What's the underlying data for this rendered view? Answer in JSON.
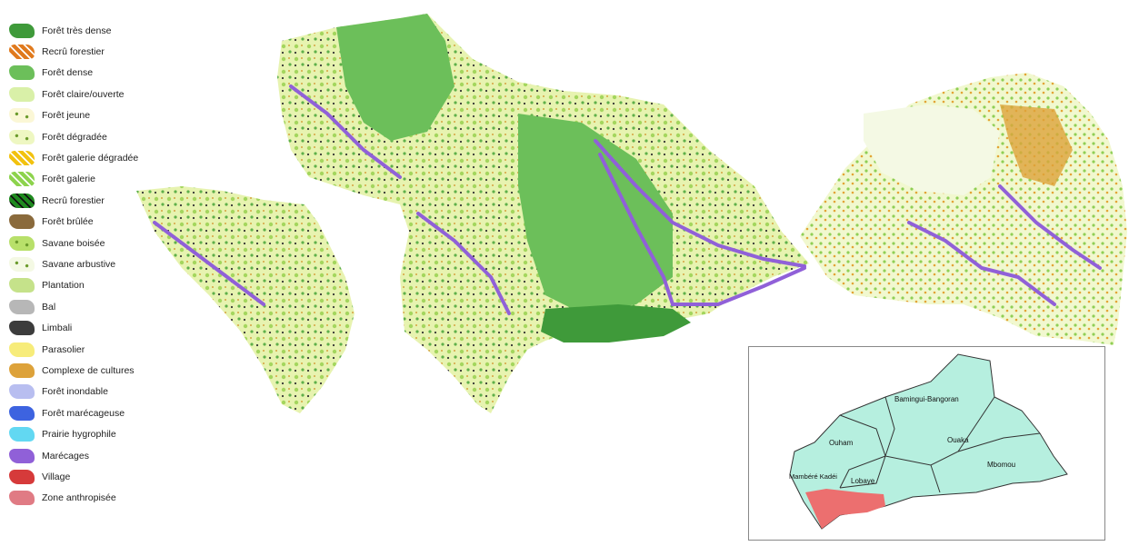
{
  "legend": [
    {
      "label": "Forêt très dense",
      "color": "#3f9a3a",
      "pattern": "solid",
      "icon": "forest-very-dense-icon"
    },
    {
      "label": "Recrû forestier",
      "color": "#e07a1e",
      "pattern": "hatch",
      "icon": "forest-regrowth-icon"
    },
    {
      "label": "Forêt dense",
      "color": "#6cbf5a",
      "pattern": "solid",
      "icon": "forest-dense-icon"
    },
    {
      "label": "Forêt claire/ouverte",
      "color": "#d9f0a8",
      "pattern": "solid",
      "icon": "forest-open-icon"
    },
    {
      "label": "Forêt jeune",
      "color": "#fbf7d6",
      "pattern": "dots",
      "icon": "forest-young-icon"
    },
    {
      "label": "Forêt dégradée",
      "color": "#eef7c2",
      "pattern": "dots",
      "icon": "forest-degraded-icon"
    },
    {
      "label": "Forêt galerie dégradée",
      "color": "#f2c20f",
      "pattern": "hatch",
      "icon": "gallery-forest-degraded-icon"
    },
    {
      "label": "Forêt galerie",
      "color": "#8dd34d",
      "pattern": "hatch",
      "icon": "gallery-forest-icon"
    },
    {
      "label": "Recrû forestier",
      "color": "#1f8a1f",
      "pattern": "hatch-dark",
      "icon": "forest-regrowth-dark-icon"
    },
    {
      "label": "Forêt brûlée",
      "color": "#8a6a3c",
      "pattern": "solid",
      "icon": "forest-burned-icon"
    },
    {
      "label": "Savane boisée",
      "color": "#b8e06a",
      "pattern": "dots",
      "icon": "wooded-savanna-icon"
    },
    {
      "label": "Savane arbustive",
      "color": "#f4f9e4",
      "pattern": "dots",
      "icon": "shrub-savanna-icon"
    },
    {
      "label": "Plantation",
      "color": "#c5e28a",
      "pattern": "solid",
      "icon": "plantation-icon"
    },
    {
      "label": "Bal",
      "color": "#b7b7b7",
      "pattern": "solid",
      "icon": "bal-icon"
    },
    {
      "label": "Limbali",
      "color": "#3c3c3c",
      "pattern": "solid",
      "icon": "limbali-icon"
    },
    {
      "label": "Parasolier",
      "color": "#f7ec7a",
      "pattern": "solid",
      "icon": "parasolier-icon"
    },
    {
      "label": "Complexe de cultures",
      "color": "#dda23a",
      "pattern": "solid",
      "icon": "crop-complex-icon"
    },
    {
      "label": "Forêt inondable",
      "color": "#b8bef0",
      "pattern": "solid",
      "icon": "flooded-forest-icon"
    },
    {
      "label": "Forêt marécageuse",
      "color": "#3d63e0",
      "pattern": "solid",
      "icon": "swamp-forest-icon"
    },
    {
      "label": "Prairie hygrophile",
      "color": "#62d8f2",
      "pattern": "solid",
      "icon": "wet-grassland-icon"
    },
    {
      "label": "Marécages",
      "color": "#9060d8",
      "pattern": "solid",
      "icon": "marshes-icon"
    },
    {
      "label": "Village",
      "color": "#d63a3a",
      "pattern": "solid",
      "icon": "village-icon"
    },
    {
      "label": "Zone anthropisée",
      "color": "#e07b84",
      "pattern": "solid",
      "icon": "anthropized-zone-icon"
    }
  ],
  "inset": {
    "prefectures": [
      {
        "name": "Bamingui-Bangoran"
      },
      {
        "name": "Ouham"
      },
      {
        "name": "Ouaka"
      },
      {
        "name": "Mbomou"
      },
      {
        "name": "Mambéré Kadéi"
      },
      {
        "name": "Lobaye"
      }
    ],
    "country_color": "#b6efdf",
    "highlight_color": "#ec6f6f"
  }
}
